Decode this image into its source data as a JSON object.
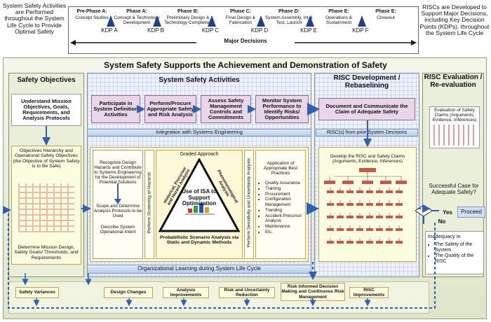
{
  "top_left_note": "System Safety Activities are Performed throughout the System Life Cycle to Provide Optimal Safety",
  "top_right_note": "RISCs are Developed to Support Major Decisions, including Key Decision Points (KDPs), throughout the System Life Cycle",
  "phases": [
    {
      "label": "Pre-Phase A:",
      "desc": "Concept Studies"
    },
    {
      "label": "Phase A:",
      "desc": "Concept & Technology Development"
    },
    {
      "label": "Phase B:",
      "desc": "Preliminary Design & Technology Completion"
    },
    {
      "label": "Phase C:",
      "desc": "Final Design & Fabrication"
    },
    {
      "label": "Phase D:",
      "desc": "System Assembly, Int & Test, Launch"
    },
    {
      "label": "Phase E:",
      "desc": "Operations & Sustainment"
    },
    {
      "label": "Phase E:",
      "desc": "Closeout"
    }
  ],
  "kdps": [
    "KDP A",
    "KDP B",
    "KDP C",
    "KDP D",
    "KDP E",
    "KDP F"
  ],
  "major_decisions": "Major Decisions",
  "main_title": "System Safety Supports the Achievement and Demonstration of Safety",
  "columns": {
    "objectives": "Safety Objectives",
    "activities": "System Safety Activities",
    "risc_dev": "RISC Development / Rebaselining",
    "risc_eval": "RISC Evaluation / Re-evaluation"
  },
  "boxes": {
    "understand": "Understand Mission Objectives, Goals, Requirements, and Analysis Protocols",
    "participate": "Participate in System Definition Activities",
    "perform": "Perform/Procure Appropriate Safety and Risk Analysis",
    "assess": "Assess Safety Management Controls and Commitments",
    "monitor": "Monitor System Performance to Identify Risks/ Opportunities",
    "document": "Document and Communicate the Claim of Adequate Safety",
    "eval_claims": "Evaluation of Safety Claims (Arguments, Evidence, Inferences)",
    "integration": "Integration with Systems Engineering",
    "riscs_prior": "RISC(s) from prior System Decisions",
    "objectives_hierarchy": "Objectives Hierarchy and Operational Safety Objectives (the Objective of System Safety is to Be Safe)",
    "determine_mission": "Determine Mission Design, Safety Goals/ Thresholds, and Requirements",
    "recognize": "Recognize Design Hazards and Contribute to Systems Engineering for the Development of Potential Solutions",
    "scope": "Scope and Determine Analysis Protocols to be Used",
    "describe": "Describe System Operational Intent",
    "screening": "Perform Screening of Hazards",
    "sensitivity": "Perform Sensitivity and Uncertainty Analysis",
    "develop_risc": "Develop the RISC and Safety Claims (Arguments, Evidence, Inferences)",
    "org_learning": "Organizational Learning during System Life Cycle"
  },
  "graded": {
    "title": "Graded Approach",
    "left": "Historical, Precursor and Hazard Analysis",
    "right": "Phenomenological Analysis",
    "center": "Use of ISA to Support Optimization",
    "bottom": "Probabilistic Scenario Analysis via Static and Dynamic Methods"
  },
  "practices": {
    "title": "Application of Appropriate Best Practices",
    "items": [
      "Quality Assurance",
      "Training",
      "Procurement",
      "Configuration Management",
      "Trending",
      "Accident Precursor Analysis",
      "Maintenance",
      "Etc."
    ]
  },
  "decision": {
    "question": "Successful Case for Adequate Safety?",
    "yes": "Yes",
    "no": "No",
    "proceed": "Proceed",
    "inadequacy_title": "Inadequacy in",
    "inadequacy_items": [
      "The Safety of the System",
      "The Quality of the RISC"
    ]
  },
  "feedback": [
    "Safety Variances",
    "Design Changes",
    "Analysis Improvements",
    "Risk and Uncertainty Reduction",
    "Risk Informed Decision Making and Continuous Risk Management",
    "RISC Improvements"
  ],
  "colors": {
    "arrow": "#2e5fb7",
    "kdp": "#1f3f8f",
    "pink": "#e9d6e9",
    "yellow": "#fbfde0"
  }
}
